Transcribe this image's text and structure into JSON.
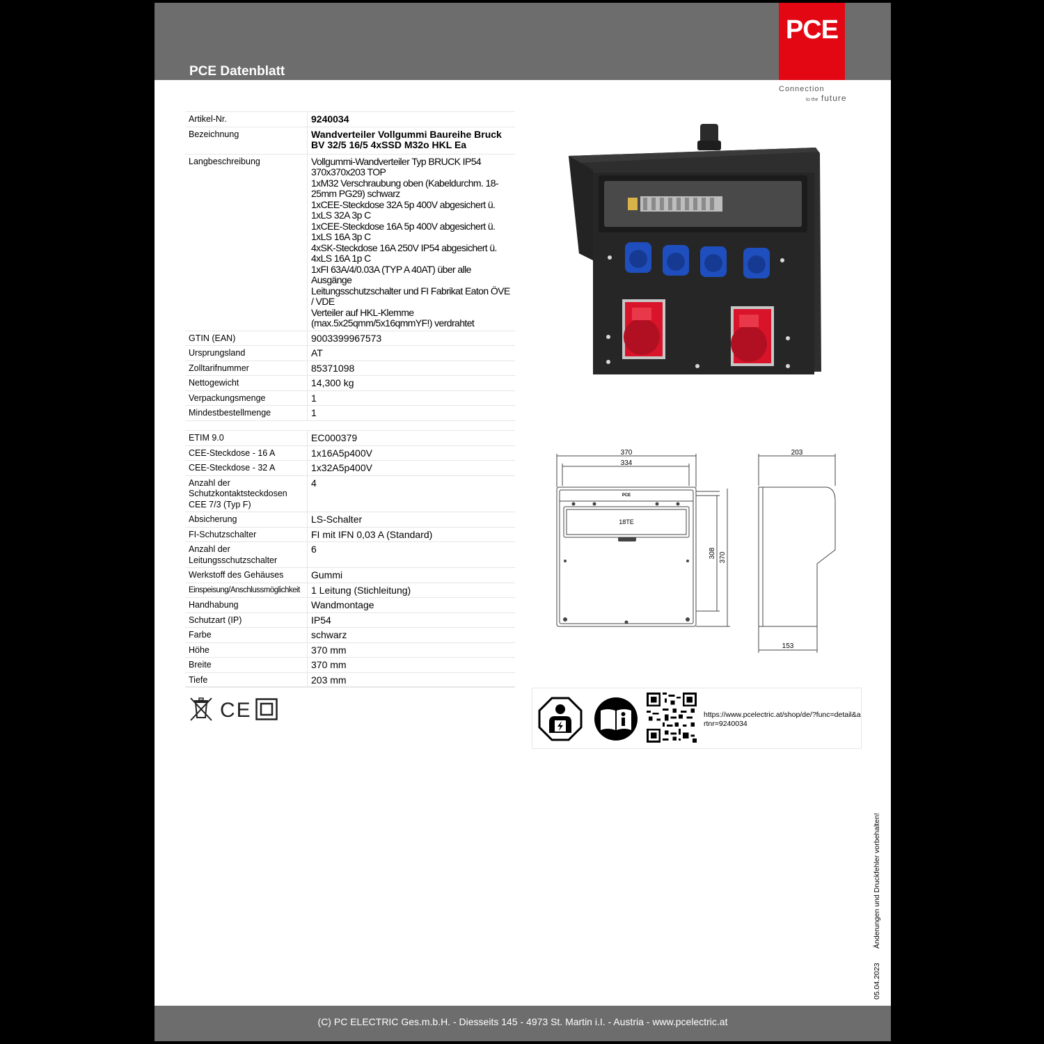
{
  "header": {
    "title": "PCE Datenblatt",
    "logo": "PCE",
    "slogan_line1": "Connection",
    "slogan_prefix": "to the",
    "slogan_word": "future"
  },
  "main_table": [
    {
      "key": "Artikel-Nr.",
      "value": "9240034"
    },
    {
      "key": "Bezeichnung",
      "value": "Wandverteiler Vollgummi Baureihe Bruck BV 32/5 16/5 4xSSD M32o HKL Ea"
    },
    {
      "key": "Langbeschreibung",
      "value": "Vollgummi-Wandverteiler Typ BRUCK IP54\n370x370x203 TOP\n1xM32 Verschraubung oben (Kabeldurchm. 18-25mm PG29) schwarz\n1xCEE-Steckdose 32A 5p 400V abgesichert ü. 1xLS 32A 3p C\n1xCEE-Steckdose 16A 5p 400V abgesichert ü. 1xLS 16A 3p C\n4xSK-Steckdose 16A 250V IP54 abgesichert ü. 4xLS 16A 1p C\n1xFI 63A/4/0.03A (TYP A 40AT) über alle Ausgänge\nLeitungsschutzschalter und FI Fabrikat Eaton ÖVE / VDE\nVerteiler auf HKL-Klemme (max.5x25qmm/5x16qmmYF!) verdrahtet"
    },
    {
      "key": "GTIN (EAN)",
      "value": "9003399967573"
    },
    {
      "key": "Ursprungsland",
      "value": "AT"
    },
    {
      "key": "Zolltarifnummer",
      "value": "85371098"
    },
    {
      "key": "Nettogewicht",
      "value": "14,300 kg"
    },
    {
      "key": "Verpackungsmenge",
      "value": "1"
    },
    {
      "key": "Mindestbestellmenge",
      "value": "1"
    }
  ],
  "etim_table": [
    {
      "key": "ETIM 9.0",
      "value": "EC000379"
    },
    {
      "key": "CEE-Steckdose - 16 A",
      "value": "1x16A5p400V"
    },
    {
      "key": "CEE-Steckdose - 32 A",
      "value": "1x32A5p400V"
    },
    {
      "key": "Anzahl der Schutzkontaktsteckdosen CEE 7/3 (Typ F)",
      "value": "4"
    },
    {
      "key": "Absicherung",
      "value": "LS-Schalter"
    },
    {
      "key": "FI-Schutzschalter",
      "value": "FI mit IFN 0,03 A (Standard)"
    },
    {
      "key": "Anzahl der Leitungsschutzschalter",
      "value": "6"
    },
    {
      "key": "Werkstoff des Gehäuses",
      "value": "Gummi"
    },
    {
      "key": "Einspeisung/Anschlussmöglichkeit",
      "value": "1 Leitung (Stichleitung)"
    },
    {
      "key": "Handhabung",
      "value": "Wandmontage"
    },
    {
      "key": "Schutzart (IP)",
      "value": "IP54"
    },
    {
      "key": "Farbe",
      "value": "schwarz"
    },
    {
      "key": "Höhe",
      "value": "370 mm"
    },
    {
      "key": "Breite",
      "value": "370 mm"
    },
    {
      "key": "Tiefe",
      "value": "203 mm"
    }
  ],
  "drawing": {
    "width_outer": "370",
    "width_inner": "334",
    "height_inner": "308",
    "height_outer": "370",
    "depth": "203",
    "depth_bottom": "153",
    "module_label": "18TE",
    "brand_mark": "PCE"
  },
  "info": {
    "url": "https://www.pcelectric.at/shop/de/?func=detail&artnr=9240034"
  },
  "icons": [
    "weee-icon",
    "ce-mark-icon",
    "protection-class-2-icon",
    "electrician-icon",
    "read-manual-icon",
    "qr-code-icon"
  ],
  "cert": {
    "ce": "CE"
  },
  "colors": {
    "header_gray": "#6d6d6d",
    "brand_red": "#e30613",
    "socket_blue": "#1f4fbf",
    "socket_red": "#d9142a"
  },
  "side_note": {
    "date": "05.04.2023",
    "text": "Änderungen und Druckfehler vorbehalten!"
  },
  "footer": {
    "text": "(C) PC ELECTRIC Ges.m.b.H. - Diesseits 145 - 4973 St. Martin i.I. - Austria - www.pcelectric.at"
  }
}
